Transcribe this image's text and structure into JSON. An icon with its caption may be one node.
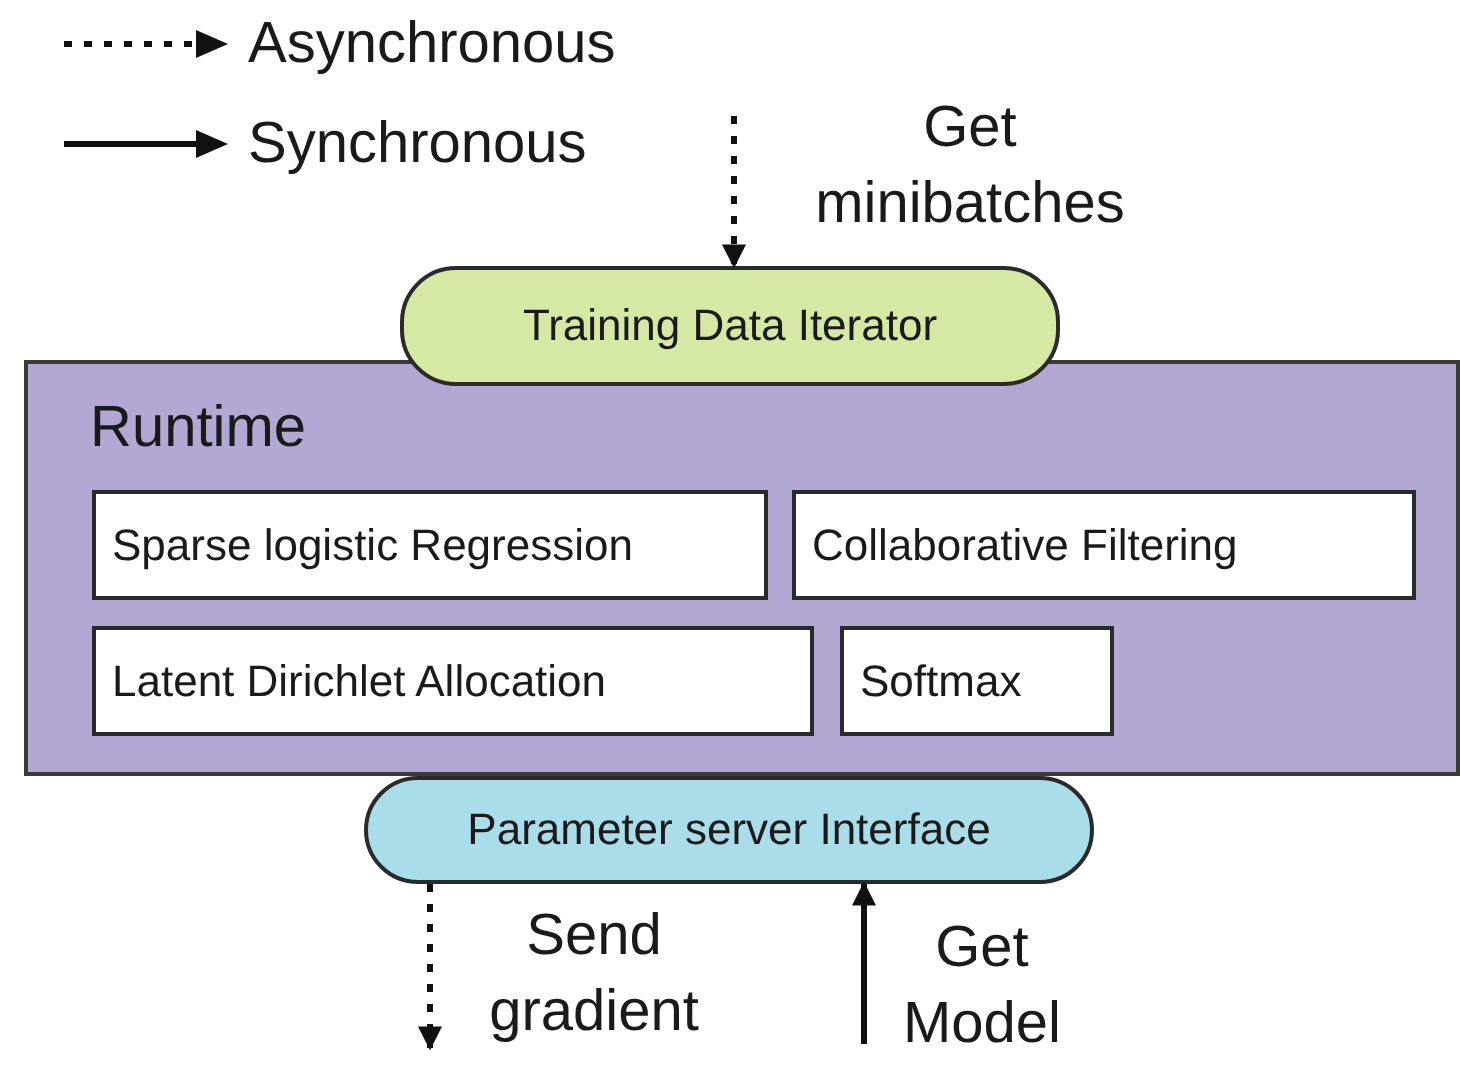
{
  "diagram": {
    "nodes": [
      {
        "text": [
          "Training Data Iterator"
        ]
      },
      {
        "text": [
          "Runtime"
        ]
      },
      {
        "text": [
          "Sparse logistic Regression"
        ],
        "in": 1
      },
      {
        "text": [
          "Collaborative Filtering"
        ],
        "in": 1
      },
      {
        "text": [
          "Latent Dirichlet Allocation"
        ],
        "in": 1
      },
      {
        "text": [
          "Softmax"
        ],
        "in": 1
      },
      {
        "text": [
          "Parameter server Interface"
        ]
      }
    ],
    "edges": [
      {
        "from": null,
        "to": 0,
        "arrow": "to",
        "style": "dashed",
        "label": "Get minibatches"
      },
      {
        "from": 6,
        "to": null,
        "arrow": "to",
        "style": "dashed",
        "label": "Send gradient"
      },
      {
        "from": null,
        "to": 6,
        "arrow": "to",
        "label": "Get Model"
      }
    ],
    "legend": [
      {
        "text": "Asynchronous"
      },
      {
        "text": "Synchronous"
      }
    ]
  }
}
